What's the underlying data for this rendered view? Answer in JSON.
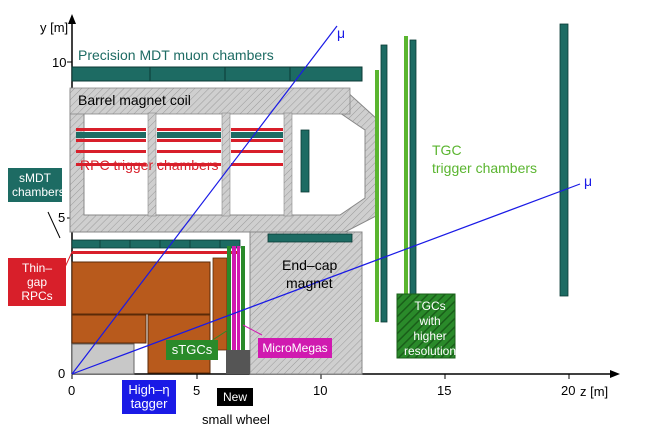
{
  "axes": {
    "y_label": "y [m]",
    "x_label": "z [m]",
    "x_ticks": [
      "0",
      "5",
      "10",
      "15",
      "20"
    ],
    "y_ticks": [
      "0",
      "5",
      "10"
    ]
  },
  "labels": {
    "mdt": "Precision MDT muon chambers",
    "barrel_coil": "Barrel magnet coil",
    "rpc": "RPC trigger chambers",
    "tgc_1": "TGC",
    "tgc_2": "trigger chambers",
    "endcap_1": "End–cap",
    "endcap_2": "magnet",
    "mu1": "μ",
    "mu2": "μ",
    "small_wheel": "small wheel"
  },
  "boxes": {
    "smdt_1": "sMDT",
    "smdt_2": "chambers",
    "thin_gap_1": "Thin–gap",
    "thin_gap_2": "RPCs",
    "stgcs": "sTGCs",
    "micromegas": "MicroMegas",
    "tgc_hr_1": "TGCs with",
    "tgc_hr_2": "higher",
    "tgc_hr_3": "resolution",
    "high_eta_1": "High–η",
    "high_eta_2": "tagger",
    "new": "New"
  },
  "colors": {
    "teal": "#1d6b63",
    "red": "#d81f2a",
    "brown": "#b85a1c",
    "grey": "#c8c8c8",
    "blue": "#1a1ae6",
    "green": "#2a8a2a",
    "lime": "#5ab52f",
    "magenta": "#d01ab0",
    "darkgreen": "#1e6e1e"
  }
}
